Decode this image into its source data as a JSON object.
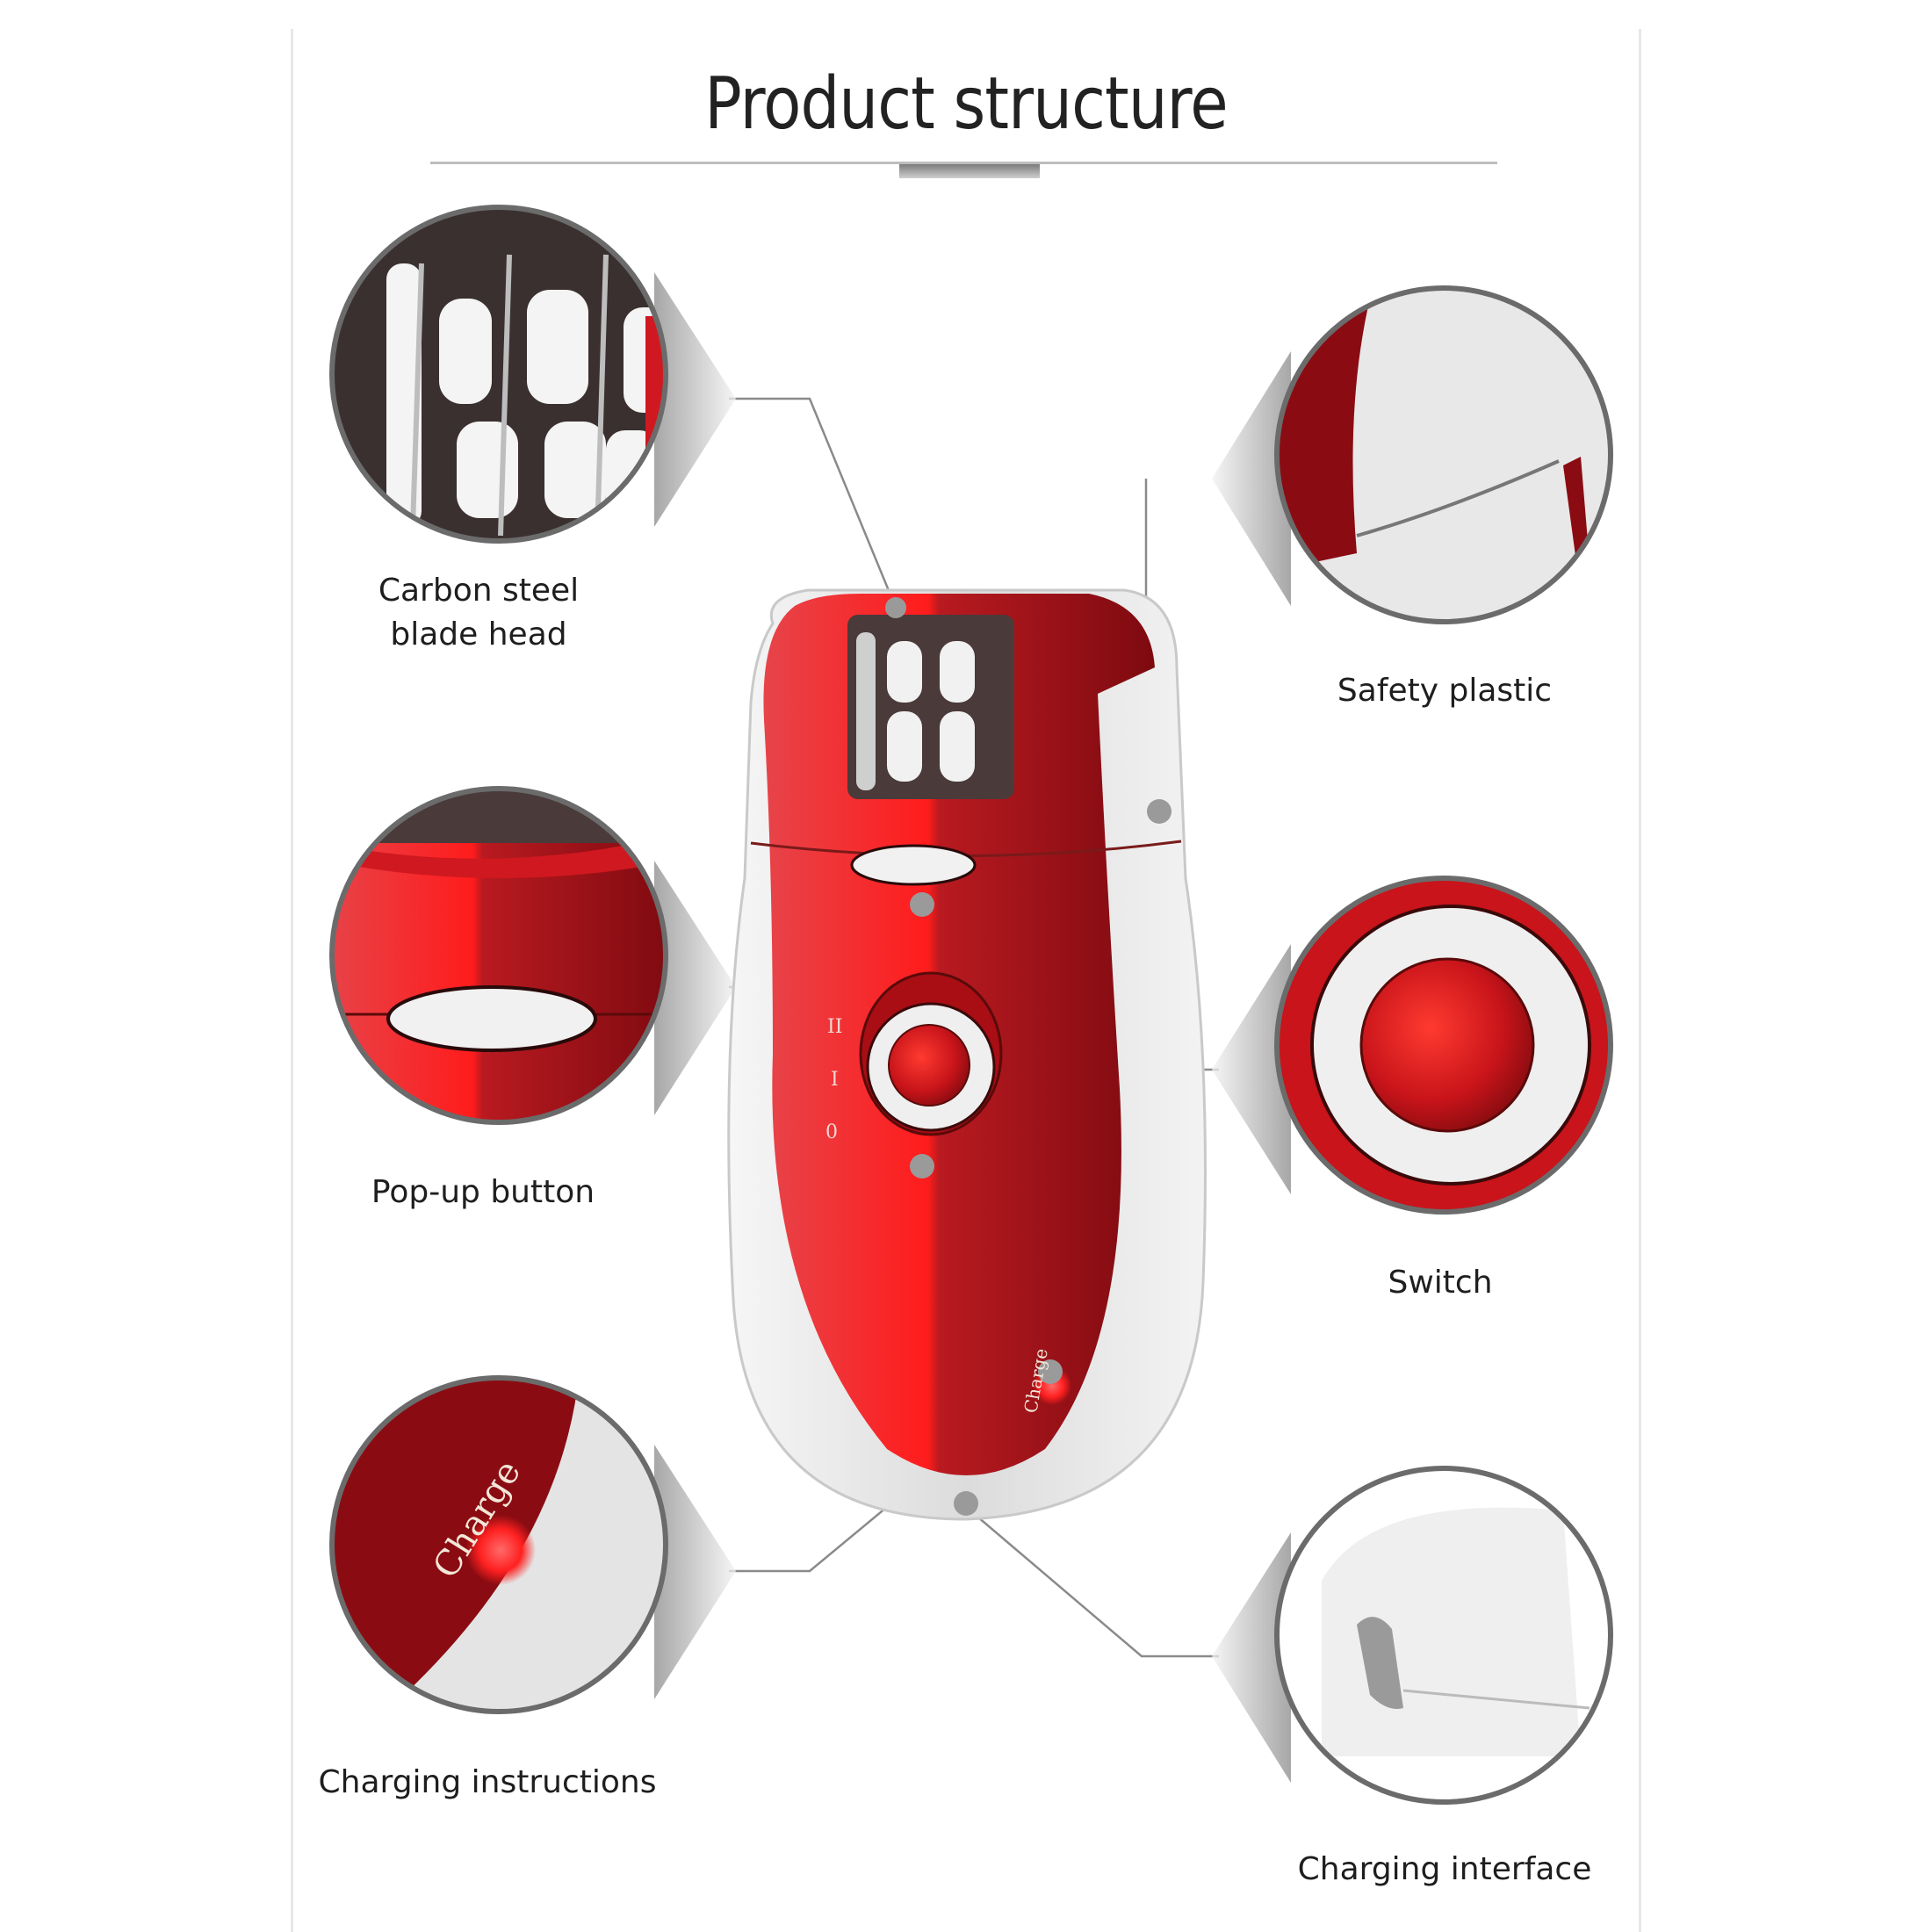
{
  "header": {
    "title": "Product structure"
  },
  "callouts": [
    {
      "id": "blade-head",
      "label_line1": "Carbon steel",
      "label_line2": "blade head",
      "side": "left"
    },
    {
      "id": "safety-plastic",
      "label": "Safety plastic",
      "side": "right"
    },
    {
      "id": "popup-button",
      "label": "Pop-up button",
      "side": "left"
    },
    {
      "id": "switch",
      "label": "Switch",
      "side": "right"
    },
    {
      "id": "charging-instructions",
      "label": "Charging instructions",
      "side": "left"
    },
    {
      "id": "charging-interface",
      "label": "Charging interface",
      "side": "right"
    }
  ],
  "device": {
    "switch_marks": [
      "II",
      "I",
      "0"
    ],
    "charge_text": "Charge"
  },
  "colors": {
    "body_red": "#c4141c",
    "body_dark_red": "#7d0a10",
    "shell_white": "#ececec",
    "bubble_border": "#6b6b6b",
    "leader_line": "#8a8a8a",
    "led_red": "#ff2a2a"
  }
}
